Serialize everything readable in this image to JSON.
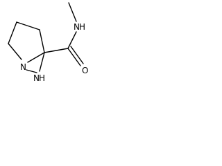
{
  "molecule": {
    "atoms": {
      "methyl_amide_N": "N",
      "methyl_amide_H": "H",
      "carbonyl_O": "O",
      "ring_N_bridgehead": "N",
      "ring_NH_N": "N",
      "ring_NH_H": "H"
    }
  }
}
